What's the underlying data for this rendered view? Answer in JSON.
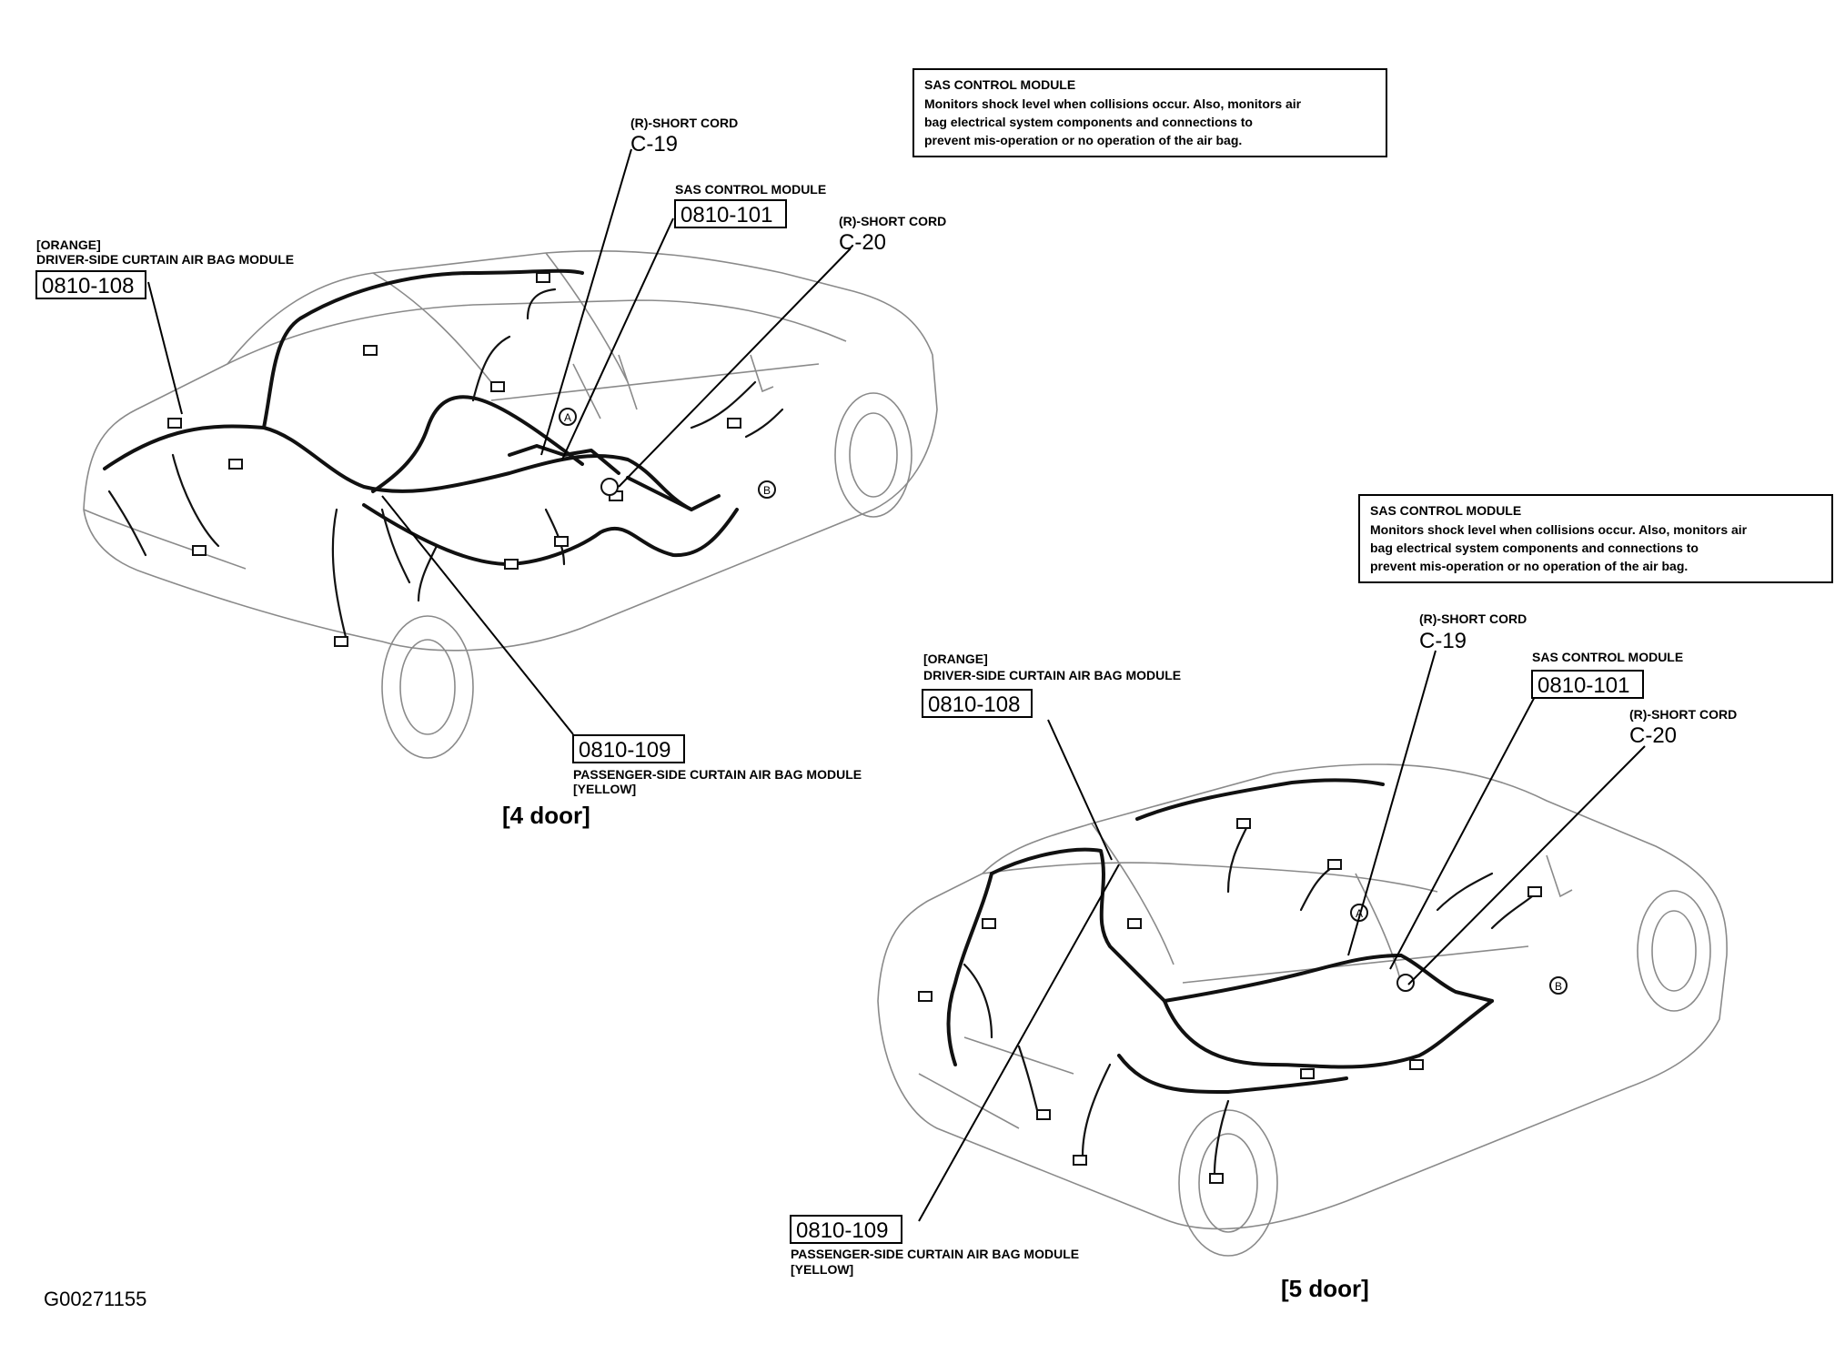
{
  "figure_id": "G00271155",
  "note_box": {
    "title": "SAS CONTROL MODULE",
    "lines": [
      "Monitors shock level when collisions occur. Also, monitors air",
      "bag electrical system components and connections to",
      "prevent mis-operation or no operation of the air bag."
    ]
  },
  "note_box_5door": {
    "title": "SAS CONTROL MODULE",
    "lines": [
      "Monitors shock level when collisions occur. Also, monitors air",
      "bag electrical system components and connections to",
      "prevent mis-operation or no operation of the air bag."
    ]
  },
  "four_door": {
    "caption": "[4 door]",
    "driver_color": "[ORANGE]",
    "driver_module": "DRIVER-SIDE CURTAIN AIR BAG MODULE",
    "driver_code": "0810-108",
    "c19_label": "(R)-SHORT CORD",
    "c19": "C-19",
    "sas_label": "SAS CONTROL MODULE",
    "sas_code": "0810-101",
    "c20_label": "(R)-SHORT CORD",
    "c20": "C-20",
    "passenger_code": "0810-109",
    "passenger_module": "PASSENGER-SIDE CURTAIN AIR BAG MODULE",
    "passenger_color": "[YELLOW]"
  },
  "five_door": {
    "caption": "[5 door]",
    "driver_color": "[ORANGE]",
    "driver_module": "DRIVER-SIDE CURTAIN AIR BAG MODULE",
    "driver_code": "0810-108",
    "c19_label": "(R)-SHORT CORD",
    "c19": "C-19",
    "sas_label": "SAS CONTROL MODULE",
    "sas_code": "0810-101",
    "c20_label": "(R)-SHORT CORD",
    "c20": "C-20",
    "passenger_code": "0810-109",
    "passenger_module": "PASSENGER-SIDE CURTAIN AIR BAG MODULE",
    "passenger_color": "[YELLOW]"
  },
  "connector_marks": [
    "A",
    "B"
  ]
}
